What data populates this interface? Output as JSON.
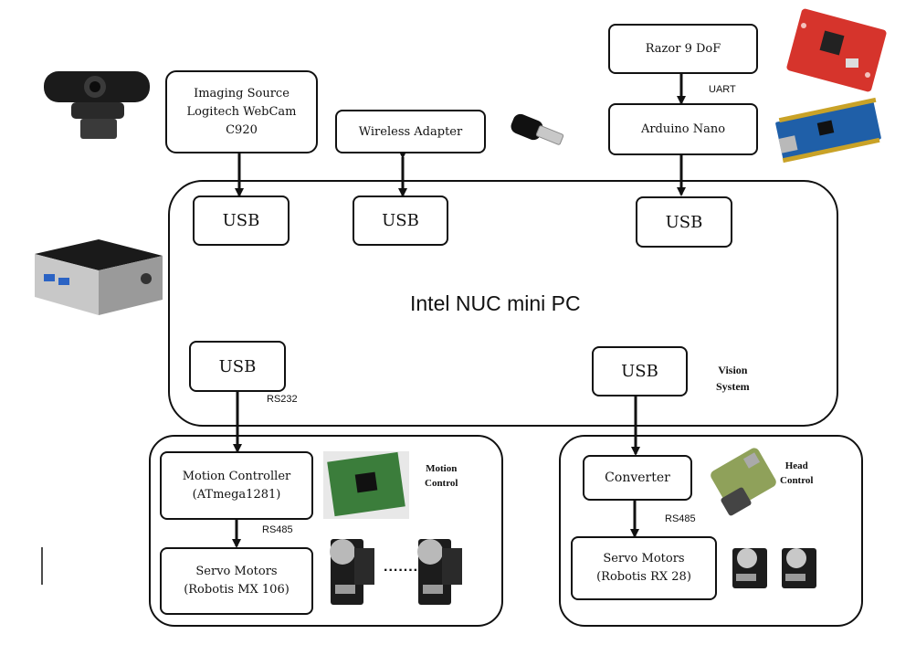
{
  "main": {
    "pc_label": "Intel NUC mini PC",
    "vision_label": "Vision\nSystem"
  },
  "ports": {
    "usb_cam": "USB",
    "usb_wifi": "USB",
    "usb_arduino": "USB",
    "usb_motion": "USB",
    "usb_head": "USB"
  },
  "devices": {
    "webcam": "Imaging Source\nLogitech WebCam\nC920",
    "wireless": "Wireless Adapter",
    "razor": "Razor 9 DoF",
    "arduino": "Arduino Nano"
  },
  "motion": {
    "controller": "Motion Controller\n(ATmega1281)",
    "servos": "Servo Motors\n(Robotis MX 106)",
    "group_label": "Motion\nControl"
  },
  "head": {
    "converter": "Converter",
    "servos": "Servo Motors\n(Robotis RX 28)",
    "group_label": "Head\nControl"
  },
  "links": {
    "uart": "UART",
    "rs232": "RS232",
    "rs485_motion": "RS485",
    "rs485_head": "RS485",
    "dots": "......."
  },
  "colors": {
    "line": "#111111",
    "sparkfun_red": "#d6342c",
    "arduino_blue": "#1f5fa8",
    "pcb_green": "#3b7d3b",
    "usb_dongle": "#8fa15a"
  },
  "icons": [
    "webcam-icon",
    "wifi-dongle-icon",
    "imu-board-icon",
    "arduino-board-icon",
    "mini-pc-icon",
    "controller-board-icon",
    "servo-icon",
    "usb-rs485-converter-icon"
  ]
}
